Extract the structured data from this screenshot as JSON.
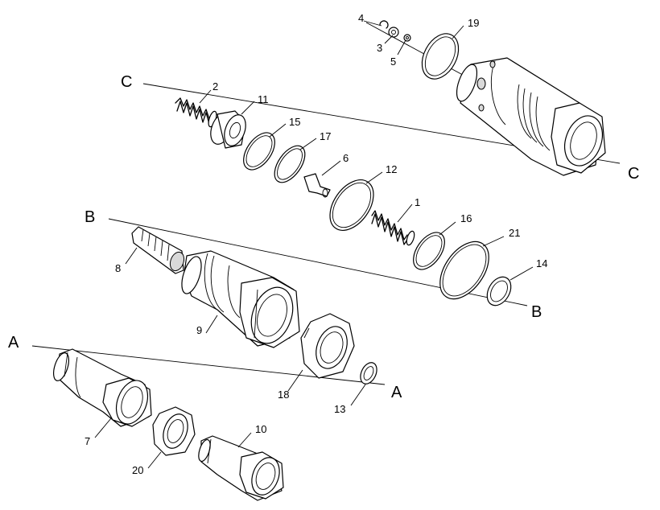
{
  "callouts": [
    {
      "id": "c4",
      "text": "4"
    },
    {
      "id": "c3",
      "text": "3"
    },
    {
      "id": "c5",
      "text": "5"
    },
    {
      "id": "c19",
      "text": "19"
    },
    {
      "id": "c2",
      "text": "2"
    },
    {
      "id": "c11",
      "text": "11"
    },
    {
      "id": "c15",
      "text": "15"
    },
    {
      "id": "c17",
      "text": "17"
    },
    {
      "id": "c6",
      "text": "6"
    },
    {
      "id": "c12",
      "text": "12"
    },
    {
      "id": "c1",
      "text": "1"
    },
    {
      "id": "c16",
      "text": "16"
    },
    {
      "id": "c21",
      "text": "21"
    },
    {
      "id": "c14",
      "text": "14"
    },
    {
      "id": "c8",
      "text": "8"
    },
    {
      "id": "c9",
      "text": "9"
    },
    {
      "id": "c18",
      "text": "18"
    },
    {
      "id": "c13",
      "text": "13"
    },
    {
      "id": "c7",
      "text": "7"
    },
    {
      "id": "c20",
      "text": "20"
    },
    {
      "id": "c10",
      "text": "10"
    }
  ],
  "axis_labels": {
    "a_start": "A",
    "a_end": "A",
    "b_start": "B",
    "b_end": "B",
    "c_start": "C",
    "c_end": "C"
  }
}
